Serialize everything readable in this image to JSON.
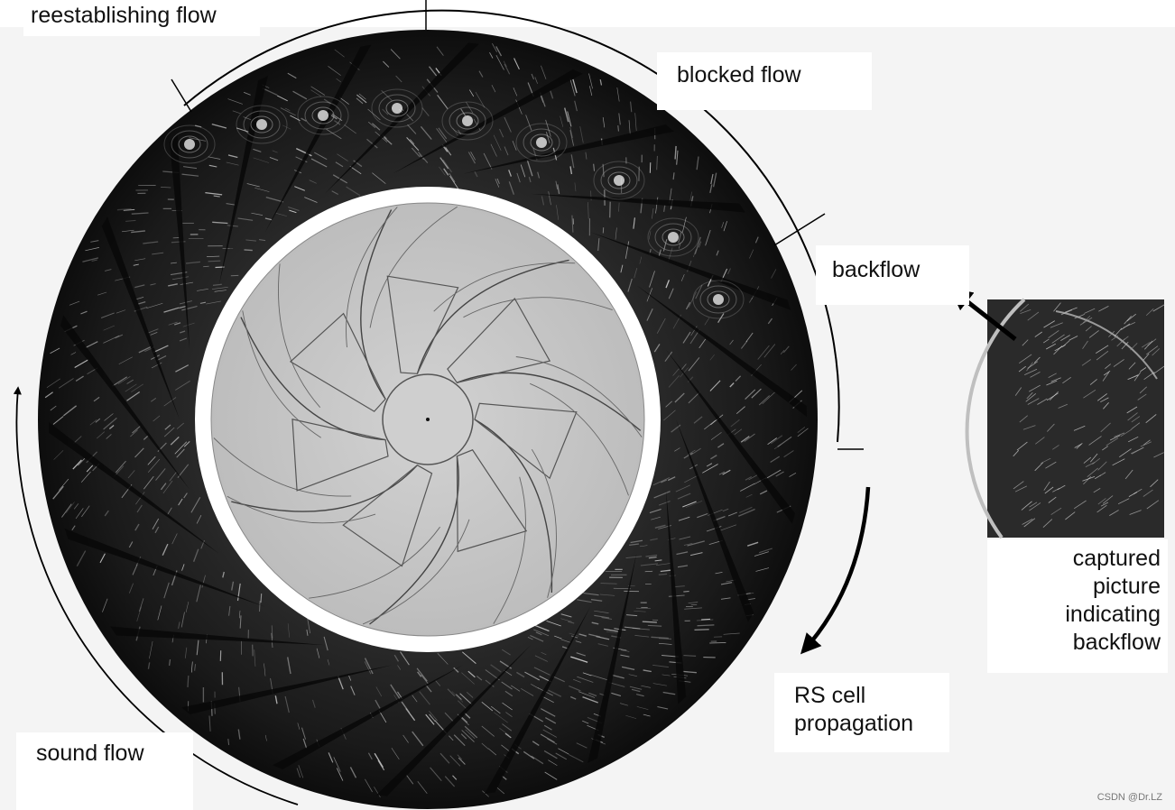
{
  "labels": {
    "reestablishing_flow": "reestablishing flow",
    "blocked_flow": "blocked flow",
    "backflow": "backflow",
    "rs_cell_propagation_line1": "RS cell",
    "rs_cell_propagation_line2": "propagation",
    "sound_flow": "sound flow",
    "captured_line1": "captured",
    "captured_line2": "picture",
    "captured_line3": "indicating",
    "captured_line4": "backflow"
  },
  "watermark": "CSDN @Dr.LZ",
  "colors": {
    "background": "#ffffff",
    "flow_field": "#1c1c1c",
    "impeller_disk": "#c9c9c9",
    "text": "#111111",
    "arrow": "#000000"
  }
}
